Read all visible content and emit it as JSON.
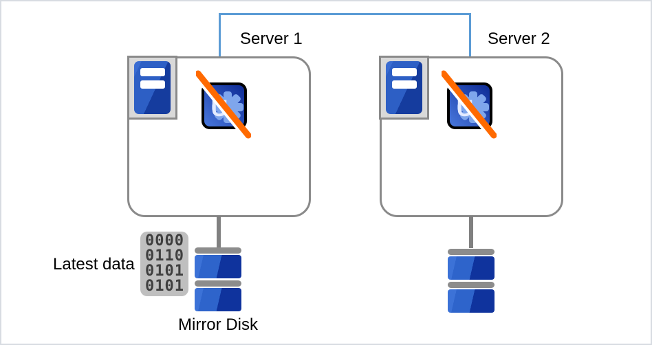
{
  "servers": [
    {
      "label": "Server 1"
    },
    {
      "label": "Server 2"
    }
  ],
  "annotations": {
    "latest_data_label": "Latest data",
    "mirror_disk_label": "Mirror Disk"
  },
  "binary_icon": {
    "rows": [
      "0000",
      "0110",
      "0101",
      "0101"
    ]
  },
  "icons": {
    "server": "server-tower-icon",
    "application": "application-gear-icon (crossed out / stopped)",
    "disk": "mirror-disk-icon",
    "data": "binary-data-icon"
  },
  "colors": {
    "connector_blue": "#5B9BD5",
    "box_border": "#8A8A8A",
    "tower_bg": "#D9D9D9",
    "tower_blue_light": "#2D5FC5",
    "tower_blue_dark": "#153C9E",
    "app_blue_light": "#4A7ADF",
    "app_blue_dark": "#12309A",
    "gear_blue": "#7FA6EC",
    "slash_orange": "#FF6A00",
    "disk_gray": "#8C8C8C",
    "disk_blue_light": "#2E64CB",
    "disk_blue_dark": "#0F339D",
    "binary_bg": "#BFBFBF",
    "binary_text": "#3F3F3F"
  }
}
